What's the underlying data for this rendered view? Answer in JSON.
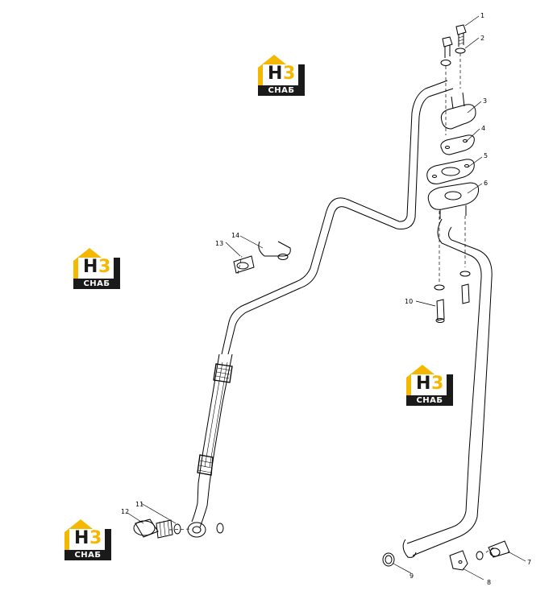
{
  "callouts": [
    {
      "id": "1",
      "label": "1"
    },
    {
      "id": "2",
      "label": "2"
    },
    {
      "id": "3",
      "label": "3"
    },
    {
      "id": "4",
      "label": "4"
    },
    {
      "id": "5",
      "label": "5"
    },
    {
      "id": "6",
      "label": "6"
    },
    {
      "id": "7",
      "label": "7"
    },
    {
      "id": "8",
      "label": "8"
    },
    {
      "id": "9",
      "label": "9"
    },
    {
      "id": "10",
      "label": "10"
    },
    {
      "id": "11",
      "label": "11"
    },
    {
      "id": "12",
      "label": "12"
    },
    {
      "id": "13",
      "label": "13"
    },
    {
      "id": "14",
      "label": "14"
    }
  ],
  "watermark": {
    "mark_left": "H",
    "mark_right": "3",
    "caption": "CHAБ",
    "colors": {
      "yellow": "#f5b800",
      "dark": "#1a1a1a"
    }
  }
}
